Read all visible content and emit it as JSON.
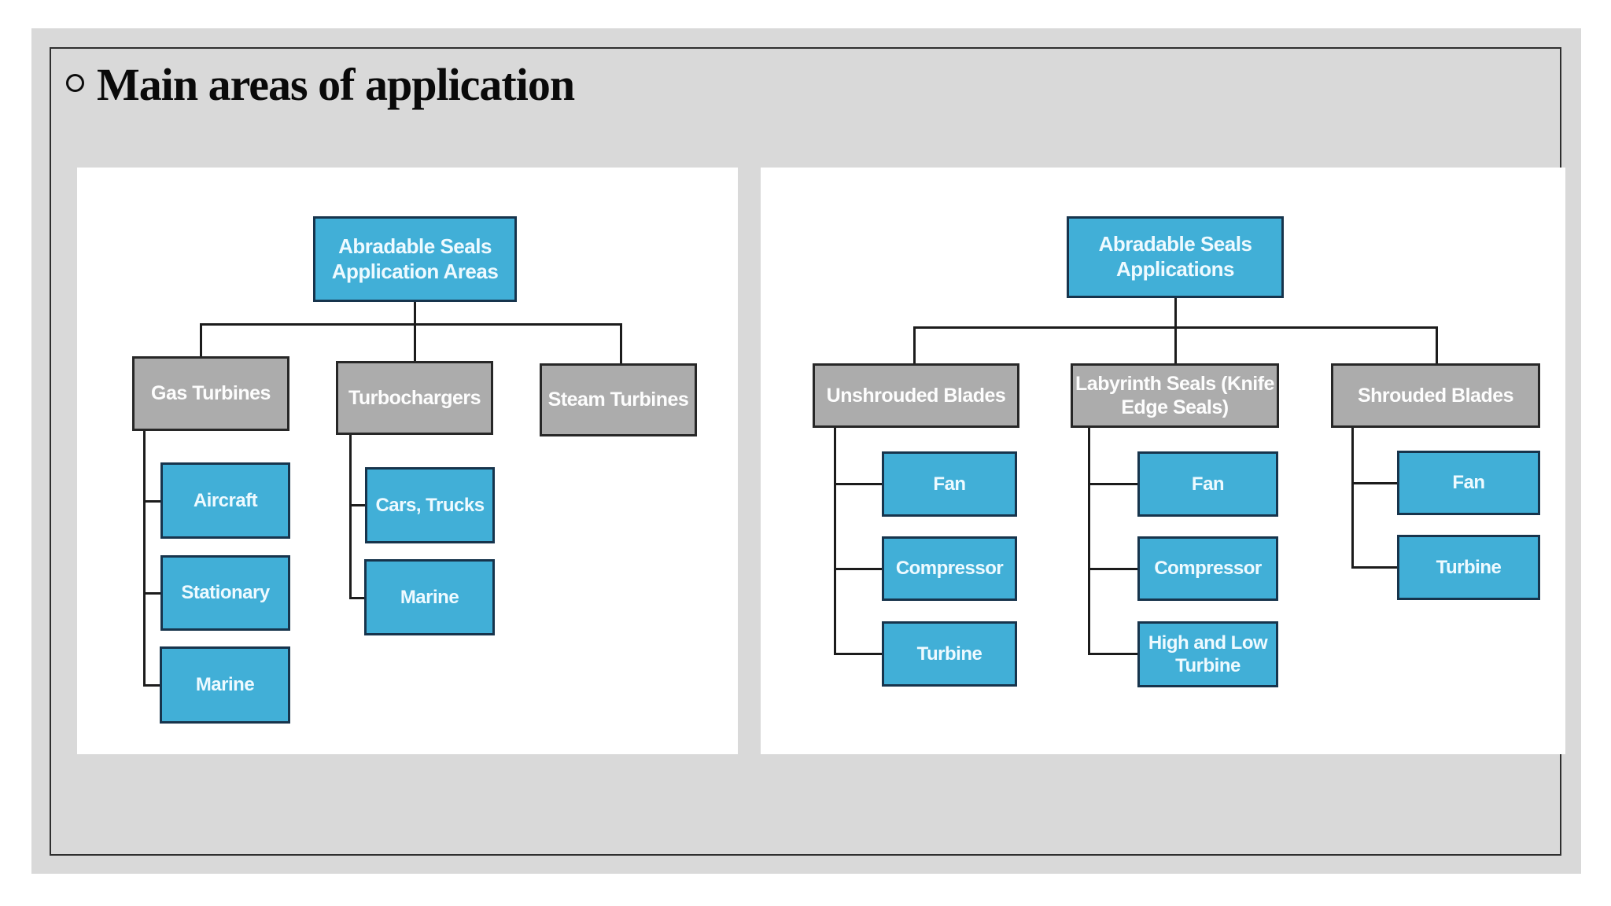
{
  "slide": {
    "bullet": "◦",
    "title": "Main areas of application"
  },
  "colors": {
    "page_bg": "#ffffff",
    "slide_bg": "#d9d9d9",
    "frame_border": "#2f2f2f",
    "panel_bg": "#ffffff",
    "node_blue": "#41afd7",
    "node_blue_border": "#17344c",
    "node_gray": "#acacac",
    "node_gray_border": "#272727",
    "connector": "#1c1c1c",
    "node_text_light": "#eefaff",
    "title_text": "#0a0a0a"
  },
  "left_chart": {
    "root": {
      "label": "Abradable Seals Application Areas"
    },
    "branches": [
      {
        "label": "Gas Turbines",
        "children": [
          "Aircraft",
          "Stationary",
          "Marine"
        ]
      },
      {
        "label": "Turbochargers",
        "children": [
          "Cars, Trucks",
          "Marine"
        ]
      },
      {
        "label": "Steam Turbines",
        "children": []
      }
    ]
  },
  "right_chart": {
    "root": {
      "label": "Abradable Seals Applications"
    },
    "branches": [
      {
        "label": "Unshrouded Blades",
        "children": [
          "Fan",
          "Compressor",
          "Turbine"
        ]
      },
      {
        "label": "Labyrinth Seals (Knife Edge Seals)",
        "children": [
          "Fan",
          "Compressor",
          "High and Low Turbine"
        ]
      },
      {
        "label": "Shrouded Blades",
        "children": [
          "Fan",
          "Turbine"
        ]
      }
    ]
  }
}
